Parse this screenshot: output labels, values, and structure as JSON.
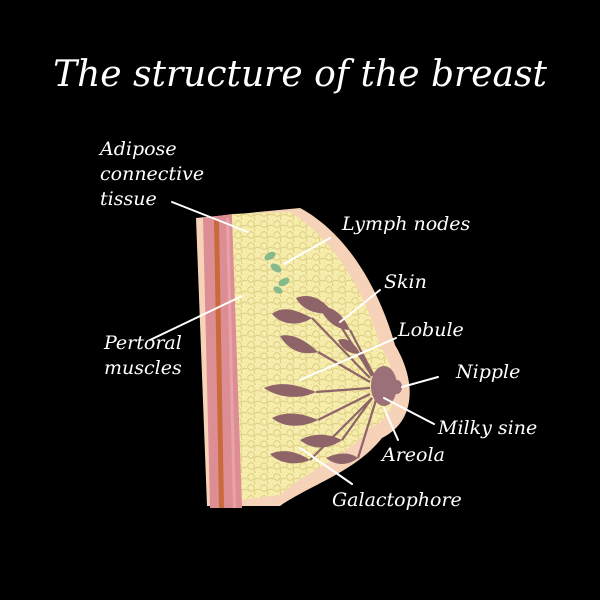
{
  "title": "The structure of the breast",
  "labels": {
    "adipose_1": "Adipose",
    "adipose_2": "connective",
    "adipose_3": "tissue",
    "lymph_nodes": "Lymph nodes",
    "skin": "Skin",
    "lobule": "Lobule",
    "nipple": "Nipple",
    "pectoral_1": "Pertoral",
    "pectoral_2": "muscles",
    "milky_sine": "Milky sine",
    "areola": "Areola",
    "galactophore": "Galactophore"
  },
  "colors": {
    "background": "#000000",
    "text": "#ffffff",
    "skin_outer": "#f6d3b8",
    "muscle": "#dc8e94",
    "muscle_stripe": "#c96a3a",
    "adipose": "#f6ecac",
    "adipose_cell": "#d8c87a",
    "lobule": "#8e6469",
    "lymph": "#86b98b",
    "areola": "#9c7078"
  }
}
